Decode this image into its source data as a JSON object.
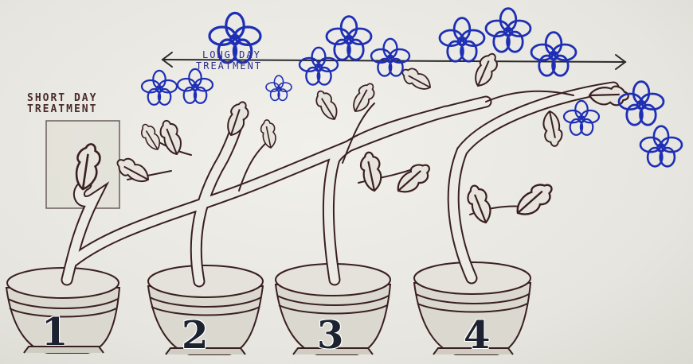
{
  "labels": {
    "short_day_line1": "SHORT DAY",
    "short_day_line2": "TREATMENT",
    "long_day_line1": "LONG DAY",
    "long_day_line2": "TREATMENT"
  },
  "pots": [
    {
      "number": "1"
    },
    {
      "number": "2"
    },
    {
      "number": "3"
    },
    {
      "number": "4"
    }
  ],
  "colors": {
    "paper": "#e9e8e3",
    "ink": "#3a1f22",
    "flower_ink": "#1e2fb5",
    "label_ink_long": "#2a2c8a"
  }
}
